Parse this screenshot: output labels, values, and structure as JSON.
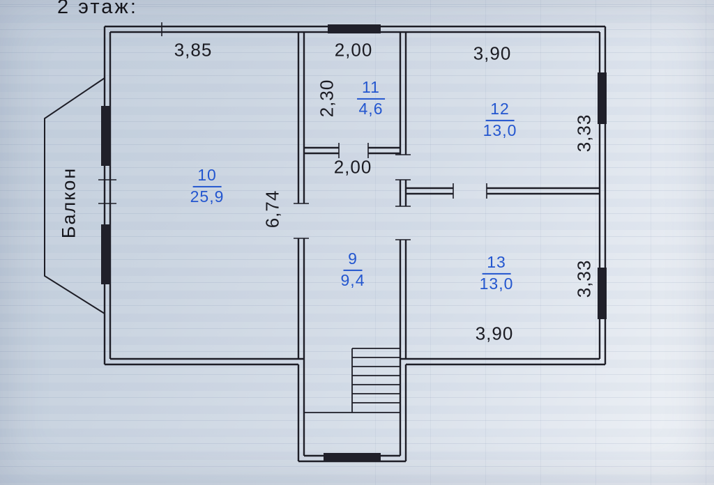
{
  "page": {
    "title": "2 этаж:"
  },
  "plan": {
    "balcony_label": "Балкон",
    "dimensions": {
      "top_left_width": "3,85",
      "top_middle_width": "2,00",
      "top_right_width": "3,90",
      "room11_height": "2,30",
      "corridor_width": "2,00",
      "room10_height": "6,74",
      "right_top_window": "3,33",
      "right_bottom_window": "3,33",
      "bottom_right_width": "3,90"
    },
    "rooms": [
      {
        "number": "10",
        "area": "25,9"
      },
      {
        "number": "11",
        "area": "4,6"
      },
      {
        "number": "12",
        "area": "13,0"
      },
      {
        "number": "9",
        "area": "9,4"
      },
      {
        "number": "13",
        "area": "13,0"
      }
    ],
    "colors": {
      "room_ink": "#2356cf",
      "line_ink": "#1d1d26"
    }
  }
}
